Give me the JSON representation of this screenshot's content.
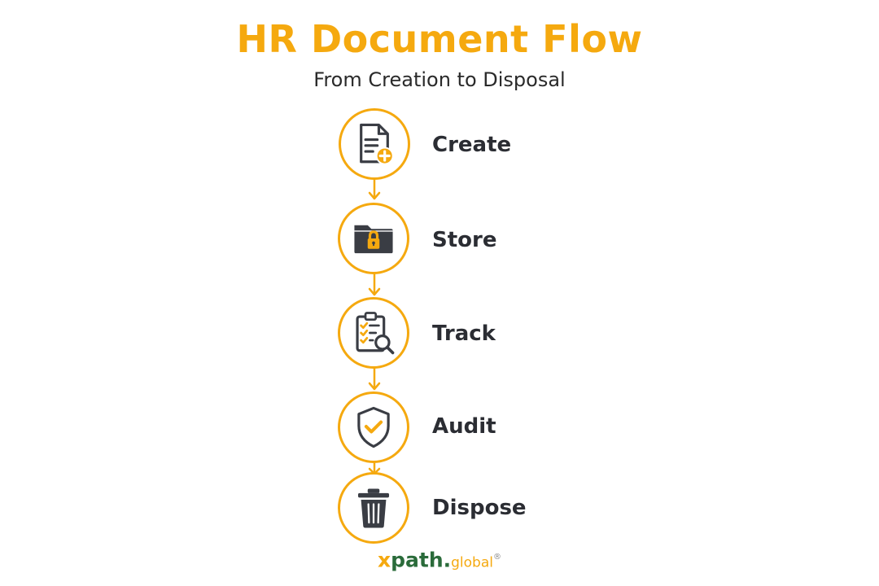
{
  "header": {
    "title": "HR Document Flow",
    "subtitle": "From Creation to Disposal"
  },
  "steps": [
    {
      "label": "Create",
      "icon": "document-add-icon"
    },
    {
      "label": "Store",
      "icon": "locked-folder-icon"
    },
    {
      "label": "Track",
      "icon": "checklist-search-icon"
    },
    {
      "label": "Audit",
      "icon": "shield-check-icon"
    },
    {
      "label": "Dispose",
      "icon": "trash-icon"
    }
  ],
  "colors": {
    "accent": "#F5A90F",
    "text": "#2b2d33",
    "icon_dark": "#3a3d44"
  },
  "logo": {
    "x": "x",
    "path": "path",
    "dot": ".",
    "global": "global",
    "reg": "®"
  }
}
